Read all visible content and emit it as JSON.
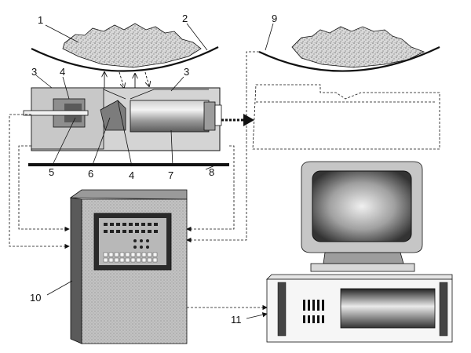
{
  "labels": {
    "l1": "1",
    "l2": "2",
    "l3a": "3",
    "l3b": "3",
    "l4a": "4",
    "l4b": "4",
    "l5": "5",
    "l6": "6",
    "l7": "7",
    "l8": "8",
    "l9": "9",
    "l10": "10",
    "l11": "11"
  },
  "colors": {
    "ink": "#111111",
    "gray_light": "#d0d0d0",
    "gray_mid": "#a8a8a8",
    "gray_dark": "#6e6e6e",
    "black": "#1a1a1a"
  }
}
